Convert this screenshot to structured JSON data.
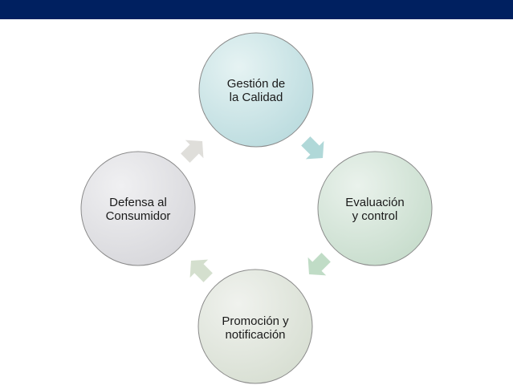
{
  "colors": {
    "header_bar": "#002060",
    "node_gestion": "#c7e2e4",
    "node_evaluacion": "#d2e3d6",
    "node_promocion": "#e1e6dd",
    "node_defensa": "#e3e3e6",
    "arrow_teal": "#a7d4d4",
    "arrow_green": "#b9d8c0",
    "arrow_sage": "#cfdcc9",
    "arrow_gray": "#dcdad6",
    "circle_stroke": "#8a8a8a"
  },
  "cycle": {
    "nodes": [
      {
        "id": "gestion",
        "label": "Gestión de\nla Calidad"
      },
      {
        "id": "evaluacion",
        "label": "Evaluación\ny control"
      },
      {
        "id": "promocion",
        "label": "Promoción y\nnotificación"
      },
      {
        "id": "defensa",
        "label": "Defensa al\nConsumidor"
      }
    ],
    "arrows": [
      {
        "from": "gestion",
        "to": "evaluacion",
        "icon": "arrow-down-right-icon"
      },
      {
        "from": "evaluacion",
        "to": "promocion",
        "icon": "arrow-down-left-icon"
      },
      {
        "from": "promocion",
        "to": "defensa",
        "icon": "arrow-up-left-icon"
      },
      {
        "from": "defensa",
        "to": "gestion",
        "icon": "arrow-up-right-icon"
      }
    ]
  }
}
